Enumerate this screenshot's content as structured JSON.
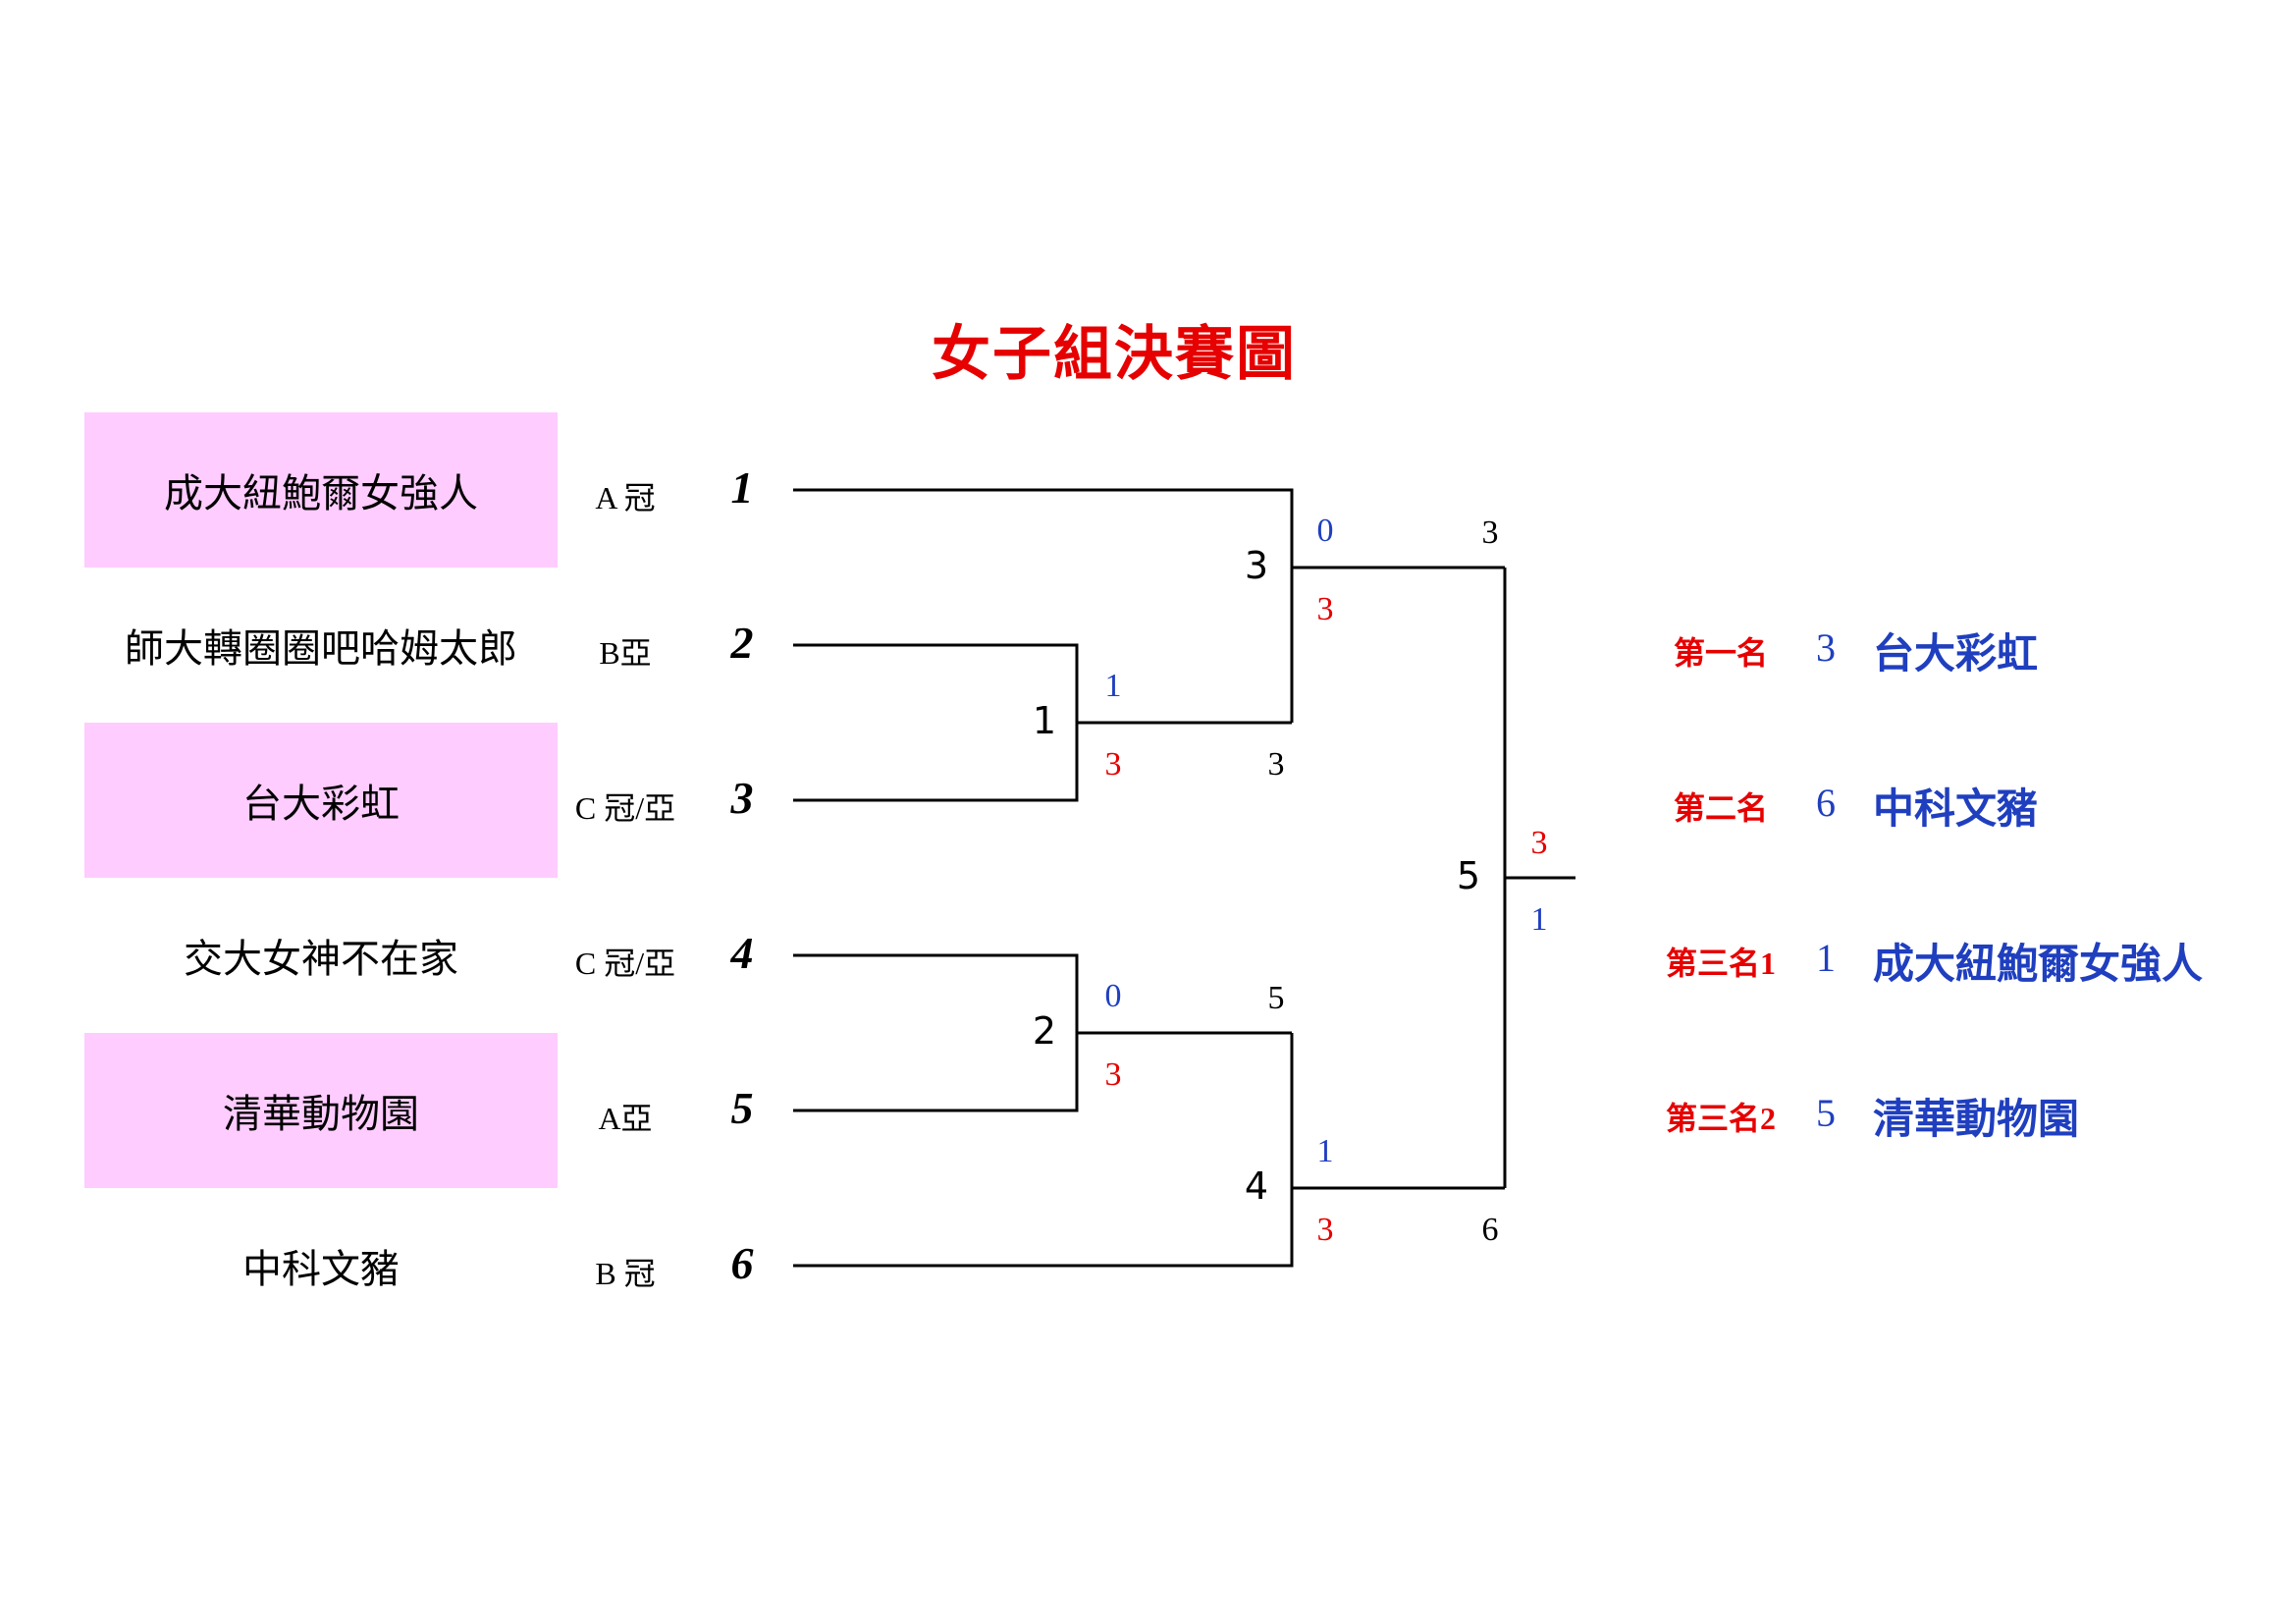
{
  "title": "女子組決賽圖",
  "colors": {
    "accent_red": "#e60000",
    "accent_blue": "#1f3fbf",
    "team_shade": "#ffccff"
  },
  "teams": [
    {
      "name": "成大紐鮑爾女強人",
      "seed_label": "A 冠",
      "number": "1"
    },
    {
      "name": "師大轉圈圈吧哈姆太郎",
      "seed_label": "B亞",
      "number": "2"
    },
    {
      "name": "台大彩虹",
      "seed_label": "C 冠/亞",
      "number": "3"
    },
    {
      "name": "交大女神不在家",
      "seed_label": "C 冠/亞",
      "number": "4"
    },
    {
      "name": "清華動物園",
      "seed_label": "A亞",
      "number": "5"
    },
    {
      "name": "中科文豬",
      "seed_label": "B 冠",
      "number": "6"
    }
  ],
  "matches": [
    {
      "label": "1",
      "score_top": "1",
      "score_bottom": "3",
      "winner": "3"
    },
    {
      "label": "2",
      "score_top": "0",
      "score_bottom": "3",
      "winner": "5"
    },
    {
      "label": "3",
      "score_top": "0",
      "score_bottom": "3",
      "winner": "3"
    },
    {
      "label": "4",
      "score_top": "1",
      "score_bottom": "3",
      "winner": "6"
    },
    {
      "label": "5",
      "score_top": "3",
      "score_bottom": "1"
    }
  ],
  "rankings": [
    {
      "label": "第一名",
      "number": "3",
      "team": "台大彩虹"
    },
    {
      "label": "第二名",
      "number": "6",
      "team": "中科文豬"
    },
    {
      "label": "第三名1",
      "number": "1",
      "team": "成大紐鮑爾女強人"
    },
    {
      "label": "第三名2",
      "number": "5",
      "team": "清華動物園"
    }
  ]
}
